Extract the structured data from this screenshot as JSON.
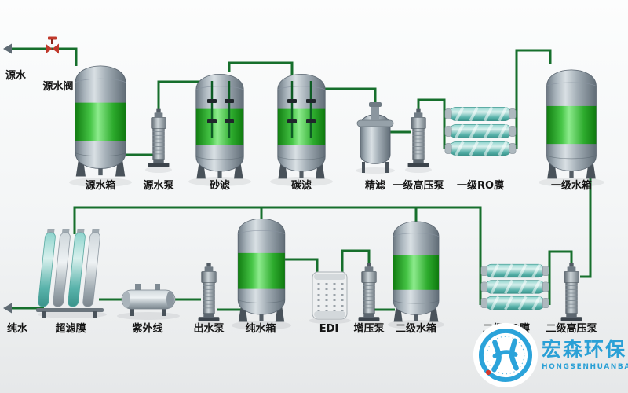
{
  "colors": {
    "pipe_green": "#166f2c",
    "manifold_green": "#0d5c24",
    "tank_band_green": "#2dab2d",
    "tank_gray": "#a2adb5",
    "membrane_teal": "#59b3ab",
    "valve_red": "#c0392b",
    "logo_blue": "#2aa0d6",
    "background": "#f3f5f6"
  },
  "equipment": {
    "source_water": "源水",
    "source_valve": "源水阀",
    "source_tank": "源水箱",
    "source_pump": "源水泵",
    "sand_filter": "砂滤",
    "carbon_filter": "碳滤",
    "precision_filter": "精滤",
    "stage1_hp_pump": "一级高压泵",
    "stage1_ro_membrane": "一级RO膜",
    "stage1_tank": "一级水箱",
    "pure_water": "纯水",
    "uf_membrane": "超滤膜",
    "uv_sterilizer": "紫外线",
    "outlet_pump": "出水泵",
    "pure_water_tank": "纯水箱",
    "edi": "EDI",
    "booster_pump": "增压泵",
    "stage2_tank": "二级水箱",
    "stage2_ro_membrane": "二级RO膜",
    "stage2_hp_pump": "二级高压泵"
  },
  "flow": {
    "top_row": [
      "源水",
      "源水阀",
      "源水箱",
      "源水泵",
      "砂滤",
      "碳滤",
      "精滤",
      "一级高压泵",
      "一级RO膜",
      "一级水箱"
    ],
    "bottom_row": [
      "二级高压泵",
      "二级RO膜",
      "二级水箱",
      "增压泵",
      "EDI",
      "纯水箱",
      "出水泵",
      "紫外线",
      "超滤膜",
      "纯水"
    ]
  },
  "logo": {
    "name_cn": "宏森环保",
    "name_en": "HONGSENHUANBAO",
    "registered": "®"
  }
}
